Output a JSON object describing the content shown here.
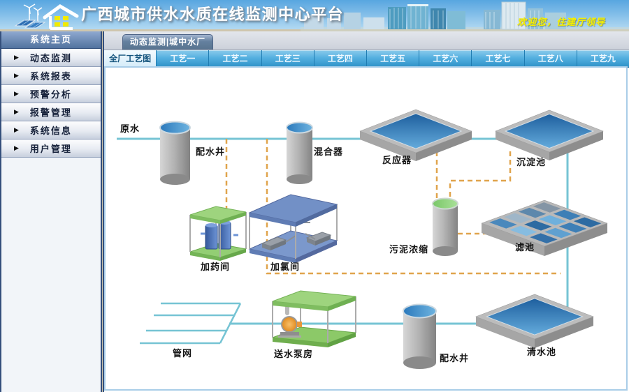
{
  "header": {
    "title": "广西城市供水水质在线监测中心平台",
    "welcome": "欢迎您，住建厅领导"
  },
  "sidebar": {
    "home": "系统主页",
    "items": [
      {
        "label": "动态监测"
      },
      {
        "label": "系统报表"
      },
      {
        "label": "预警分析"
      },
      {
        "label": "报警管理"
      },
      {
        "label": "系统信息"
      },
      {
        "label": "用户管理"
      }
    ]
  },
  "plant_tab": "动态监测|城中水厂",
  "process_tabs": [
    {
      "label": "全厂工艺图",
      "active": true
    },
    {
      "label": "工艺一",
      "active": false
    },
    {
      "label": "工艺二",
      "active": false
    },
    {
      "label": "工艺三",
      "active": false
    },
    {
      "label": "工艺四",
      "active": false
    },
    {
      "label": "工艺五",
      "active": false
    },
    {
      "label": "工艺六",
      "active": false
    },
    {
      "label": "工艺七",
      "active": false
    },
    {
      "label": "工艺八",
      "active": false
    },
    {
      "label": "工艺九",
      "active": false
    }
  ],
  "diagram": {
    "labels": {
      "raw_water": "原水",
      "distribution_well_1": "配水井",
      "mixer": "混合器",
      "reactor": "反应器",
      "sedimentation_basin": "沉淀池",
      "dosing_room": "加药间",
      "chlorination_room": "加氯间",
      "sludge_thickening": "污泥浓缩",
      "filter_basin": "滤池",
      "pipe_network": "管网",
      "pump_station": "送水泵房",
      "distribution_well_2": "配水井",
      "clear_water_basin": "清水池"
    },
    "colors": {
      "pipe": "#76c4d4",
      "dosing_line": "#e0a44c",
      "water": "#2e7fc0",
      "structure_green": "#8cc968",
      "structure_blue": "#7290c6",
      "tab_blue": "#2e92c8",
      "sidebar_blue": "#52739f",
      "welcome_yellow": "#f5ef00"
    }
  }
}
